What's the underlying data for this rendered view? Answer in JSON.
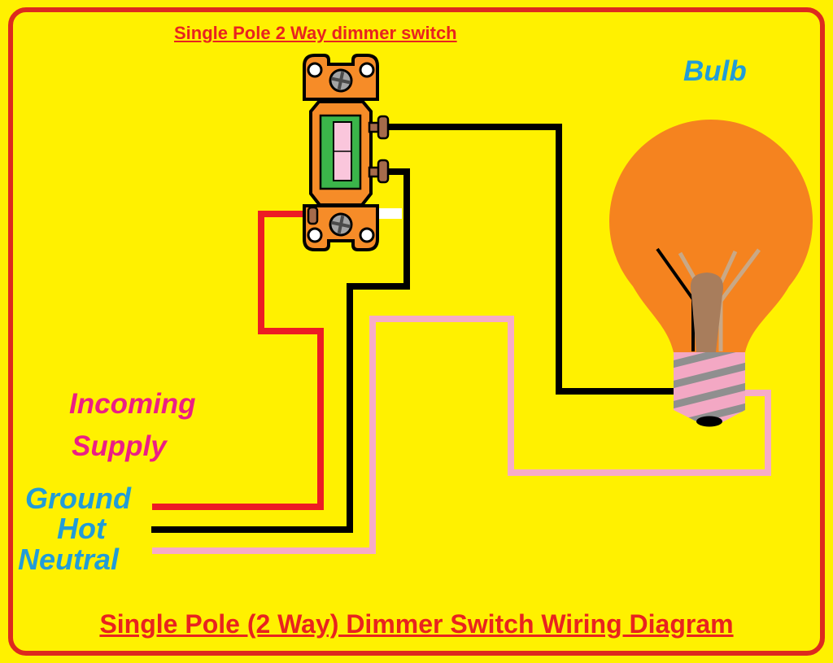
{
  "titles": {
    "top": "Single Pole 2 Way dimmer switch",
    "bottom": "Single Pole (2 Way) Dimmer Switch Wiring Diagram"
  },
  "labels": {
    "bulb": "Bulb",
    "incoming": "Incoming",
    "supply": "Supply",
    "ground": "Ground",
    "hot": "Hot",
    "neutral": "Neutral"
  },
  "colors": {
    "background": "#FFF100",
    "border_red": "#DD2A1E",
    "title_red": "#E8231F",
    "label_blue": "#219CD8",
    "label_magenta": "#EC1E85",
    "wire_black": "#000000",
    "wire_red": "#ED1C24",
    "wire_pink": "#F7ACC8",
    "switch_orange": "#F68C28",
    "switch_green": "#3BB54A",
    "toggle_pink": "#FAC6DC",
    "terminal_brown": "#A66B4B",
    "screw_gray": "#A3A3A3",
    "screw_slot": "#4A4A4A",
    "bulb_orange": "#F5831F",
    "base_pink": "#F3A8C4",
    "thread_gray": "#8F8F8F",
    "stem_brown": "#A87D5C",
    "filament_tan": "#C9A886",
    "outline_black": "#000000",
    "white_patch": "#FFFFFF"
  }
}
